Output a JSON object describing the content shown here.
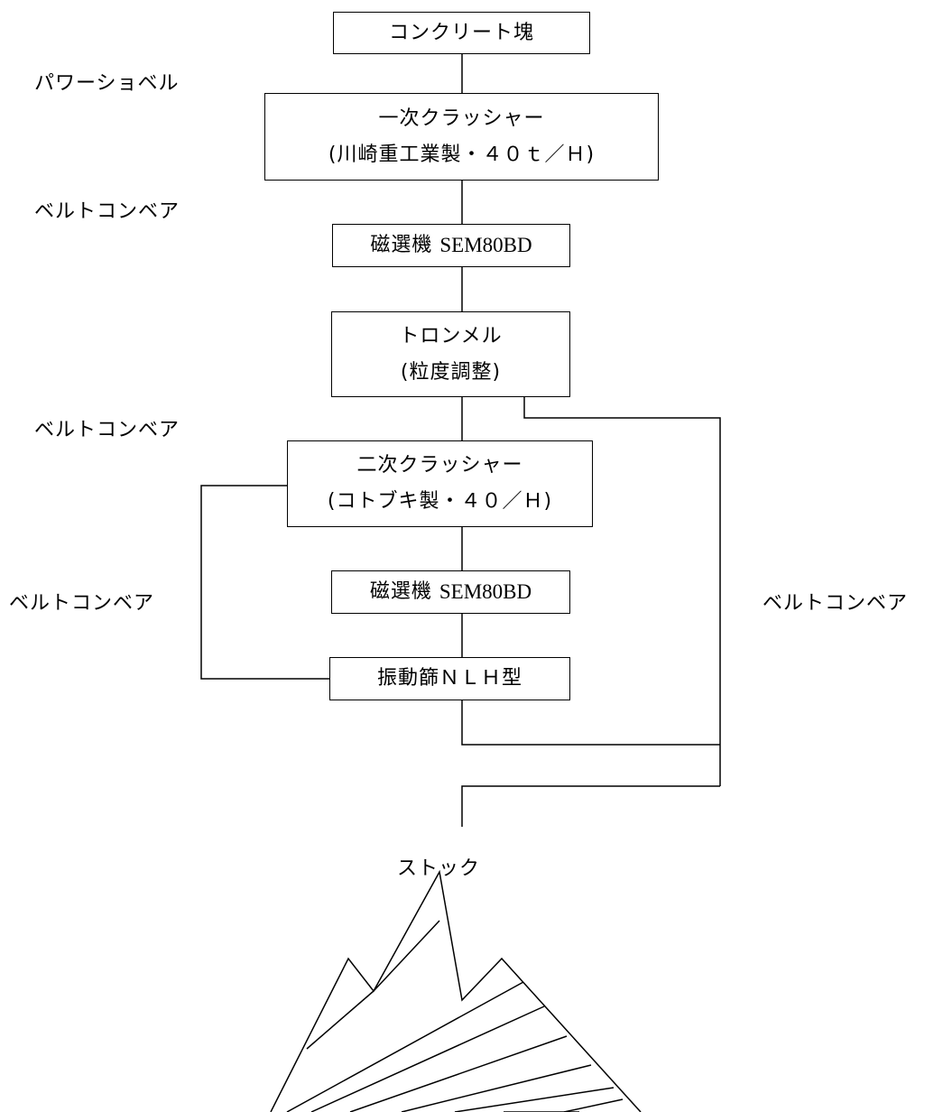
{
  "nodes": {
    "concrete": {
      "label": "コンクリート塊"
    },
    "primary_crusher": {
      "label": "一次クラッシャー",
      "sub": "(川崎重工業製・４０ｔ／Ｈ)"
    },
    "magnet1": {
      "prefix": "磁選機",
      "model": "SEM80BD"
    },
    "trommel": {
      "label": "トロンメル",
      "sub": "(粒度調整)"
    },
    "secondary_crusher": {
      "label": "二次クラッシャー",
      "sub": "(コトブキ製・４０／Ｈ)"
    },
    "magnet2": {
      "prefix": "磁選機",
      "model": "SEM80BD"
    },
    "screen": {
      "label": "振動篩ＮＬＨ型"
    }
  },
  "edge_labels": {
    "power_shovel": "パワーショベル",
    "belt1": "ベルトコンベア",
    "belt2": "ベルトコンベア",
    "belt_left": "ベルトコンベア",
    "belt_right": "ベルトコンベア"
  },
  "stock": {
    "label": "ストック"
  }
}
